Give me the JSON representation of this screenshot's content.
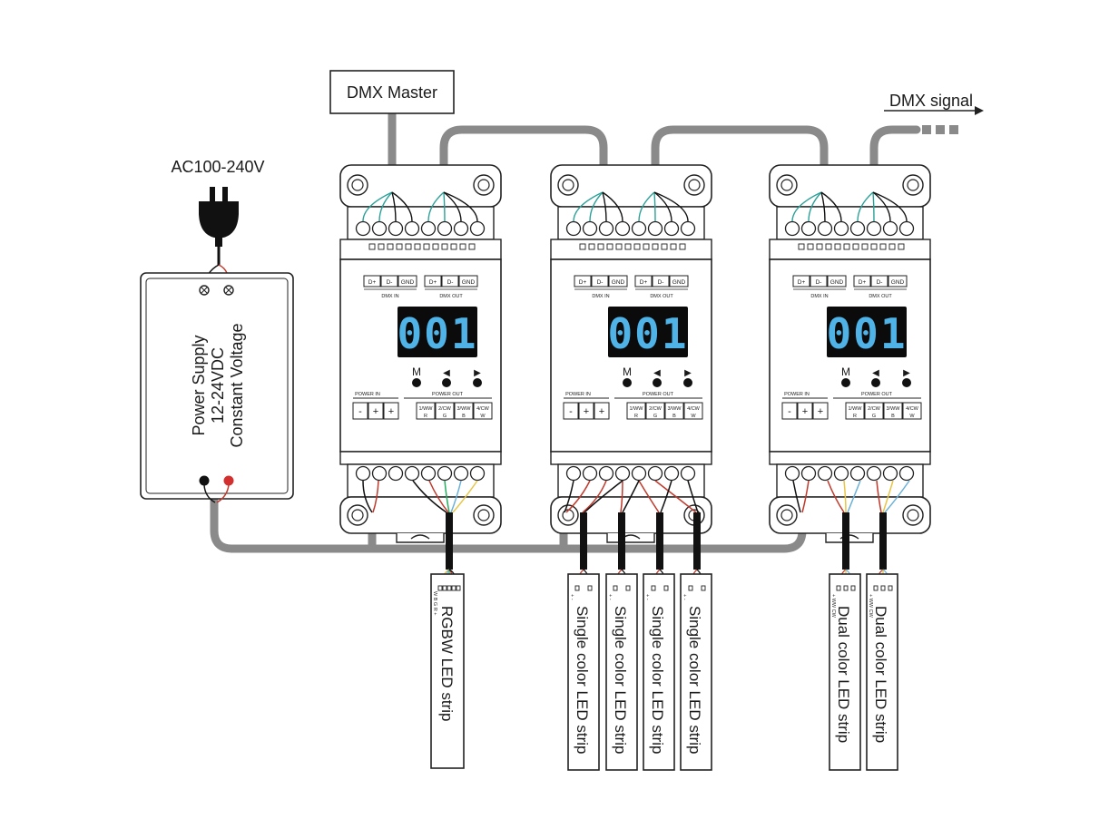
{
  "labels": {
    "dmx_master": "DMX Master",
    "dmx_signal": "DMX signal",
    "ac_input": "AC100-240V",
    "psu_line1": "Power Supply",
    "psu_line2": "12-24VDC",
    "psu_line3": "Constant Voltage"
  },
  "decoder": {
    "display": "001",
    "btn_m": "M",
    "btn_left": "◀",
    "btn_right": "▶",
    "dmx_in_label": "DMX IN",
    "dmx_out_label": "DMX OUT",
    "dmx_terms": [
      "D+",
      "D-",
      "GND"
    ],
    "power_in_label": "POWER IN",
    "power_out_label": "POWER OUT",
    "power_terms": [
      "-",
      "+",
      "+"
    ],
    "ch_top": [
      "1/WW",
      "2/CW",
      "3/WW",
      "4/CW"
    ],
    "ch_bottom": [
      "R",
      "G",
      "B",
      "W"
    ]
  },
  "strips": {
    "rgbw": "RGBW LED strip",
    "rgbw_pins": "W B G R +",
    "single": "Single color LED strip",
    "single_pins": "+ -",
    "dual": "Dual color LED strip",
    "dual_pins": "+ WW CW"
  },
  "colors": {
    "cable": "#8a8a8a",
    "display_bg": "#0b0b0b",
    "segment": "#4fb3e8",
    "wire_red": "#c0392b",
    "wire_teal": "#2aa198",
    "wire_green": "#27ae60",
    "wire_blue": "#6ab0d8",
    "wire_yellow": "#e8c547"
  }
}
